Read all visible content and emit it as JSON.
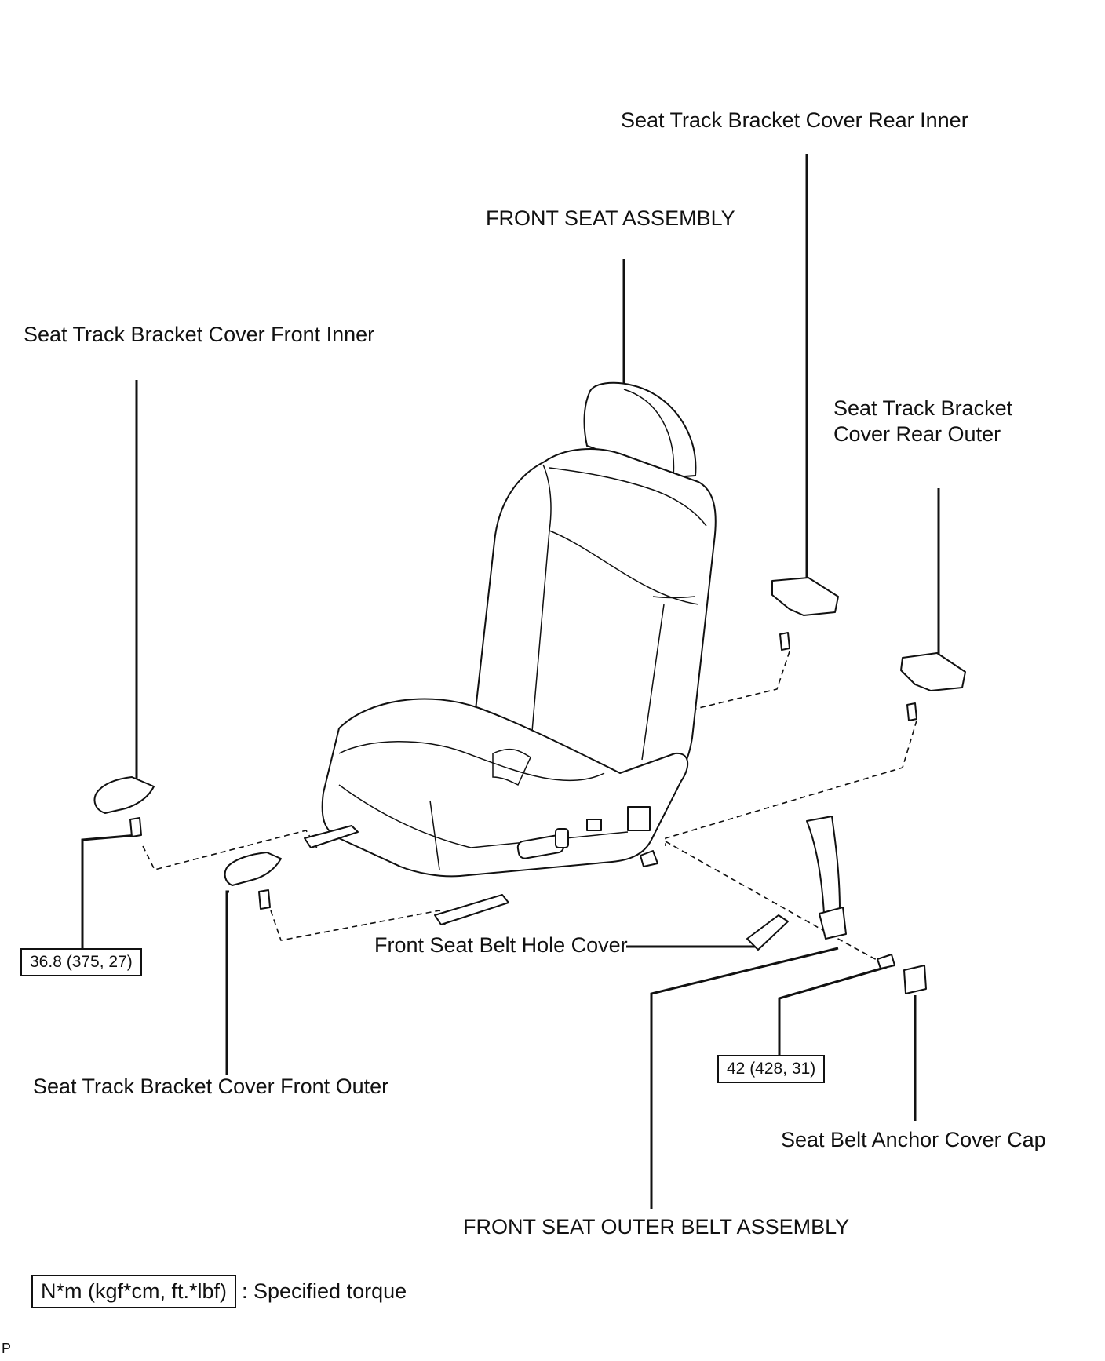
{
  "labels": {
    "rear_inner": "Seat Track Bracket Cover Rear Inner",
    "seat_assembly": "FRONT SEAT ASSEMBLY",
    "front_inner": "Seat Track Bracket Cover Front Inner",
    "rear_outer_line1": "Seat Track Bracket",
    "rear_outer_line2": "Cover Rear Outer",
    "belt_hole_cover": "Front Seat Belt Hole Cover",
    "front_outer": "Seat Track Bracket Cover Front Outer",
    "anchor_cap": "Seat Belt Anchor Cover Cap",
    "outer_belt": "FRONT SEAT OUTER BELT ASSEMBLY"
  },
  "torques": {
    "front_bolt": "36.8 (375, 27)",
    "anchor_bolt": "42 (428, 31)"
  },
  "legend": {
    "box": "N*m (kgf*cm, ft.*lbf)",
    "text": ": Specified torque"
  },
  "corner_mark": "P"
}
